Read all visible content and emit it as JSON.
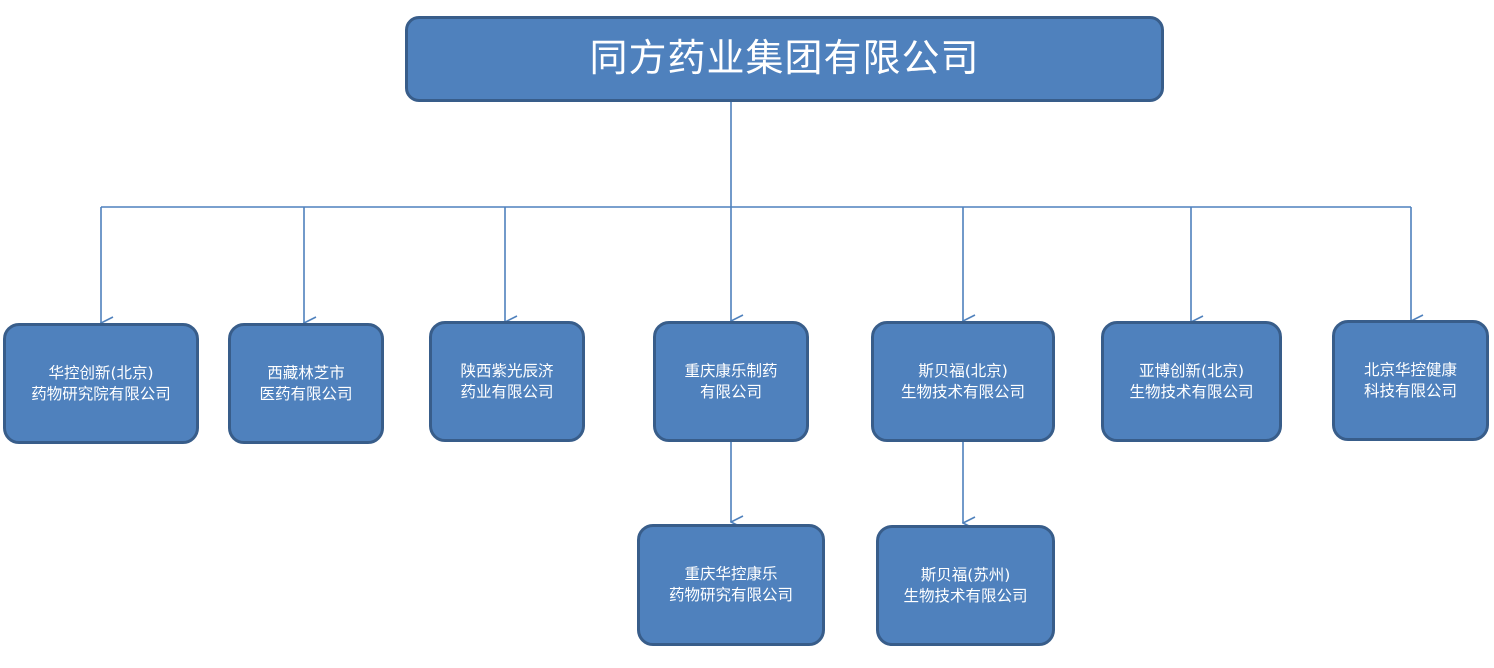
{
  "colors": {
    "node_fill": "#4f81bd",
    "node_border": "#385d8a",
    "connector": "#4f81bd",
    "text": "#ffffff"
  },
  "root": {
    "line1": "同方药业集团有限公司"
  },
  "subsidiaries": [
    {
      "line1": "华控创新(北京)",
      "line2": "药物研究院有限公司"
    },
    {
      "line1": "西藏林芝市",
      "line2": "医药有限公司"
    },
    {
      "line1": "陕西紫光辰济",
      "line2": "药业有限公司"
    },
    {
      "line1": "重庆康乐制药",
      "line2": "有限公司"
    },
    {
      "line1": "斯贝福(北京)",
      "line2": "生物技术有限公司"
    },
    {
      "line1": "亚博创新(北京)",
      "line2": "生物技术有限公司"
    },
    {
      "line1": "北京华控健康",
      "line2": "科技有限公司"
    }
  ],
  "sub_subsidiaries": [
    {
      "line1": "重庆华控康乐",
      "line2": "药物研究有限公司",
      "parent": "重庆康乐制药有限公司"
    },
    {
      "line1": "斯贝福(苏州)",
      "line2": "生物技术有限公司",
      "parent": "斯贝福(北京)生物技术有限公司"
    }
  ]
}
